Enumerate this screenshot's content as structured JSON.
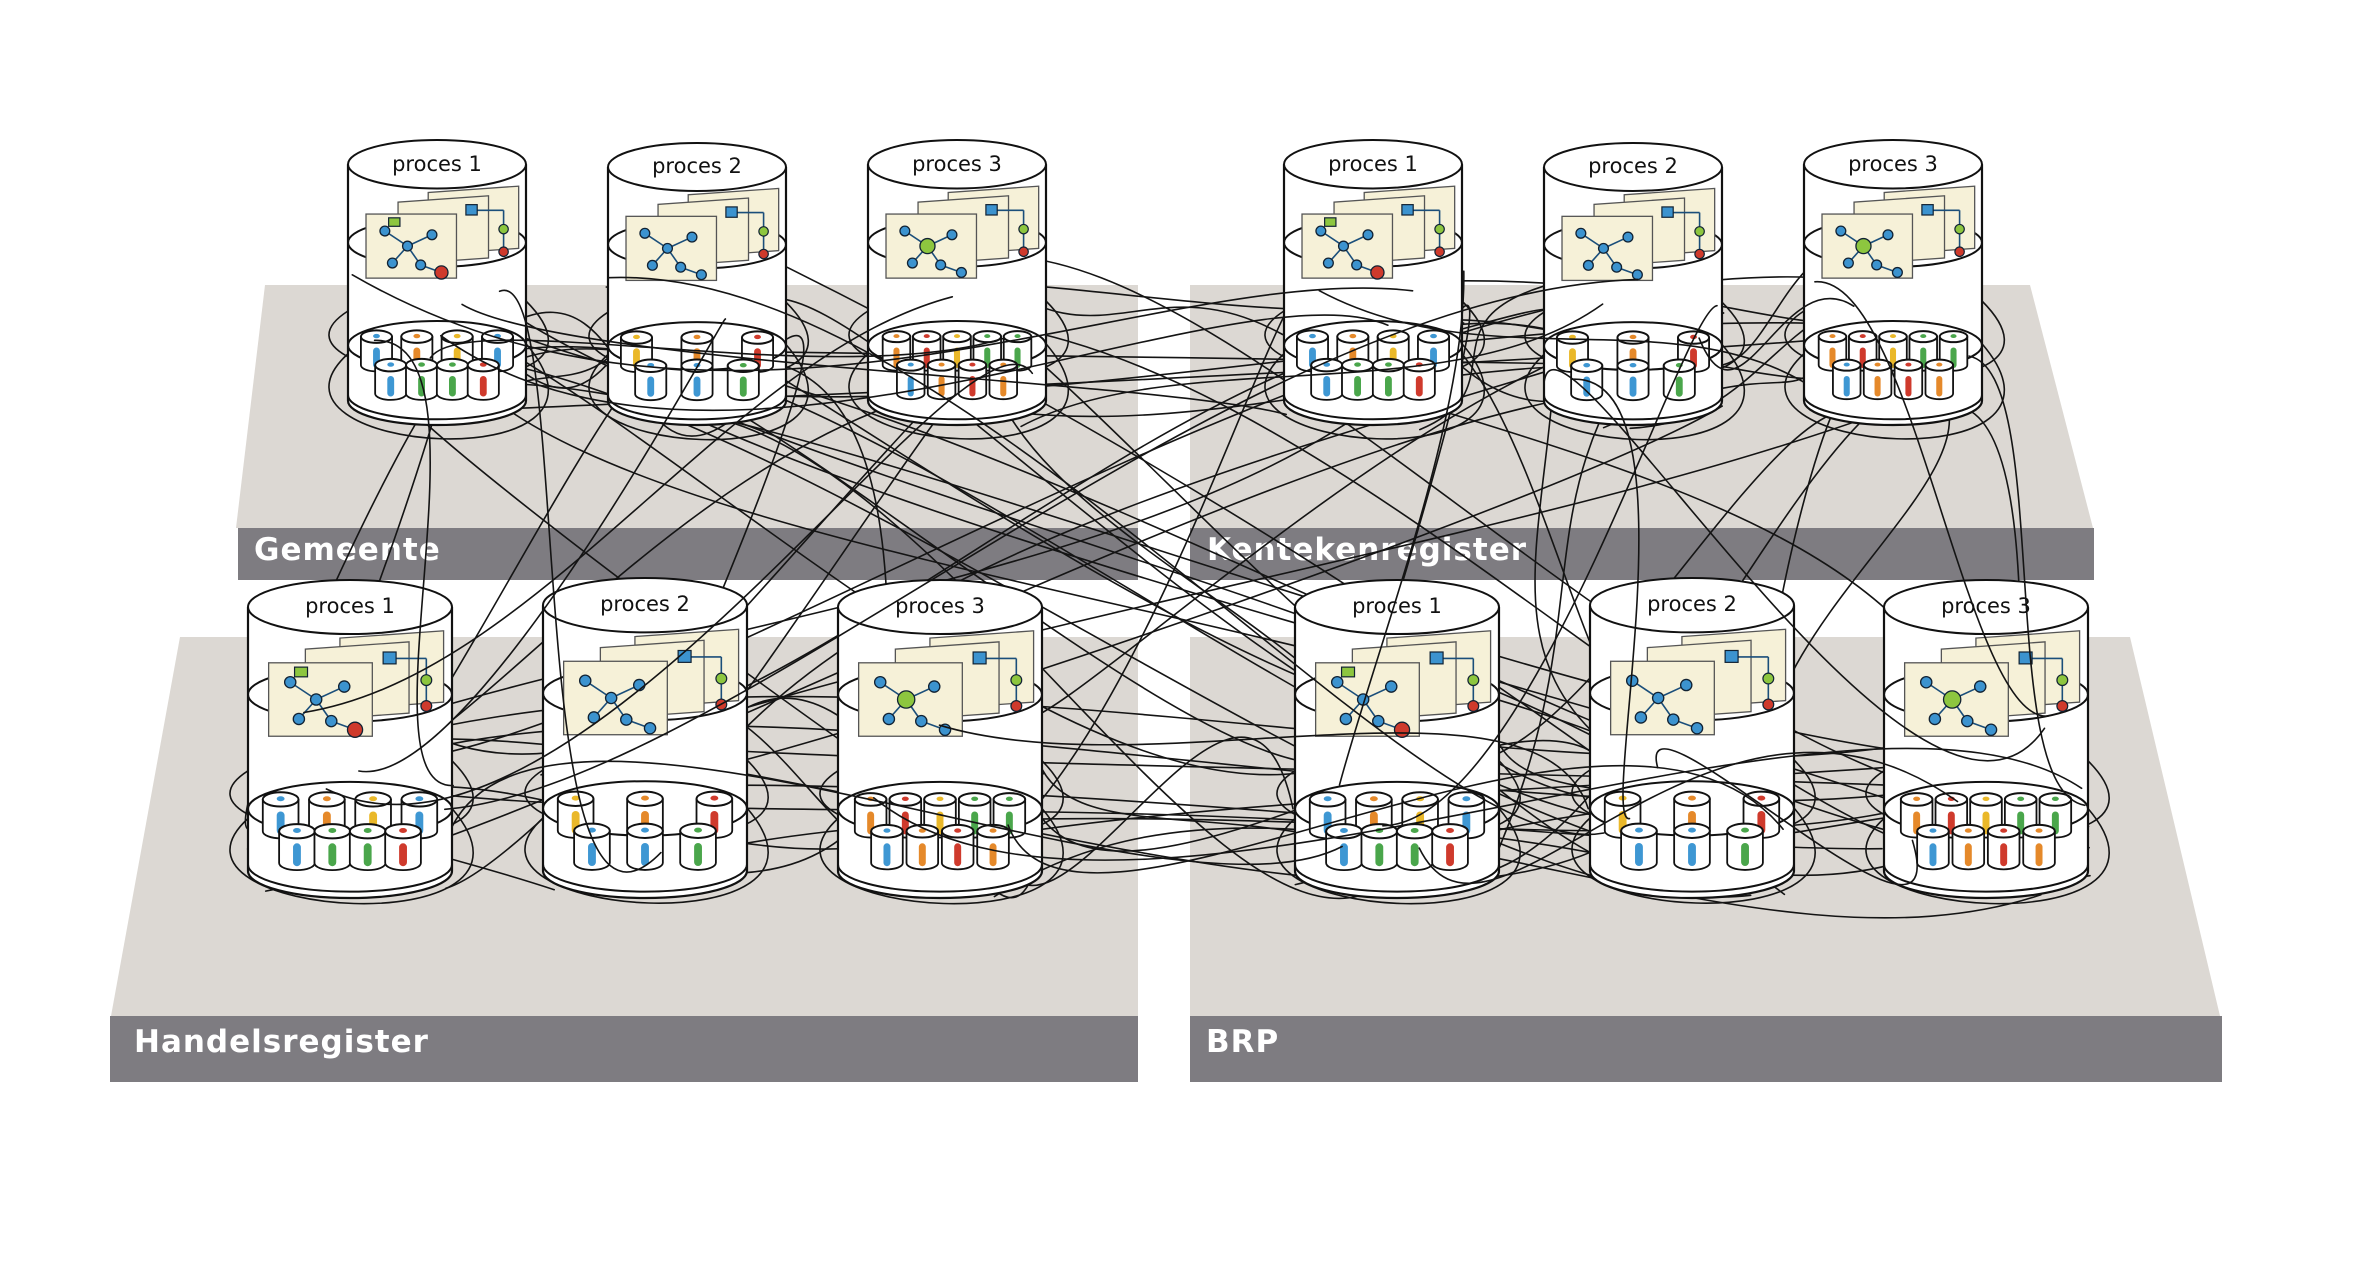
{
  "colors": {
    "plate": "#dcd8d3",
    "bar": "#7e7c81",
    "line": "#141414",
    "doc": "#f6f1d8",
    "node": "#3c93cf",
    "blue": "#3e97d3",
    "orange": "#e5892a",
    "yellow": "#eab829",
    "red": "#cf3a2c",
    "green": "#4aa64b",
    "lime": "#8dc63f"
  },
  "registers": [
    {
      "label": "Gemeente",
      "processes": [
        "proces 1",
        "proces 2",
        "proces 3"
      ]
    },
    {
      "label": "Kentekenregister",
      "processes": [
        "proces 1",
        "proces 2",
        "proces 3"
      ]
    },
    {
      "label": "Handelsregister",
      "processes": [
        "proces 1",
        "proces 2",
        "proces 3"
      ]
    },
    {
      "label": "BRP",
      "processes": [
        "proces 1",
        "proces 2",
        "proces 3"
      ]
    }
  ]
}
